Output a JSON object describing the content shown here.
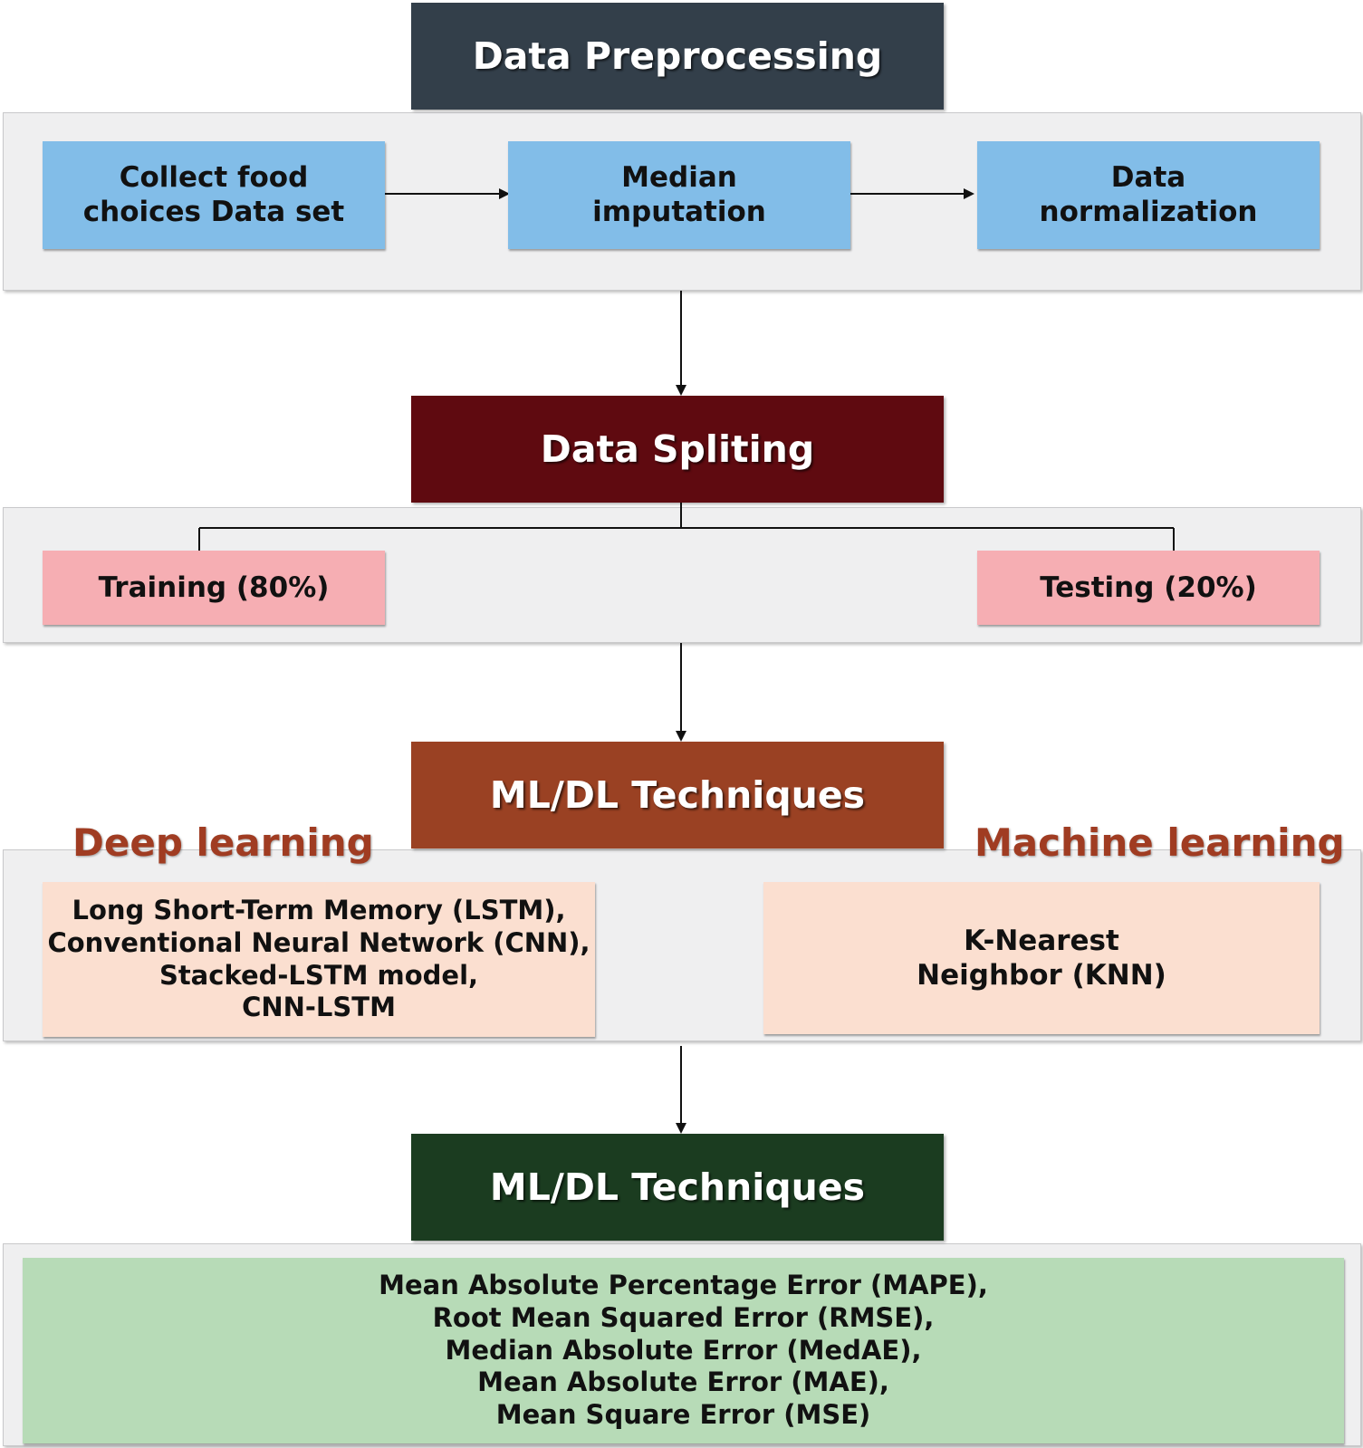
{
  "preprocessing": {
    "title": "Data Preprocessing",
    "color": "#333f4a",
    "steps": [
      "Collect food choices Data set",
      "Median imputation",
      "Data normalization"
    ]
  },
  "splitting": {
    "title": "Data Spliting",
    "color": "#5f0a10",
    "training": "Training (80%)",
    "testing": "Testing (20%)"
  },
  "techniques": {
    "title": "ML/DL Techniques",
    "color": "#9a4123",
    "deep_label": "Deep learning",
    "machine_label": "Machine learning",
    "deep_methods": [
      "Long Short-Term Memory (LSTM),",
      "Conventional Neural Network (CNN),",
      "Stacked-LSTM model,",
      "CNN-LSTM"
    ],
    "machine_methods": [
      "K-Nearest",
      "Neighbor (KNN)"
    ]
  },
  "evaluation": {
    "title": "ML/DL Techniques",
    "color": "#1b3c20",
    "metrics": [
      "Mean Absolute Percentage Error (MAPE),",
      "Root Mean Squared Error (RMSE),",
      "Median Absolute Error (MedAE),",
      "Mean Absolute Error (MAE),",
      "Mean Square Error (MSE)"
    ]
  }
}
